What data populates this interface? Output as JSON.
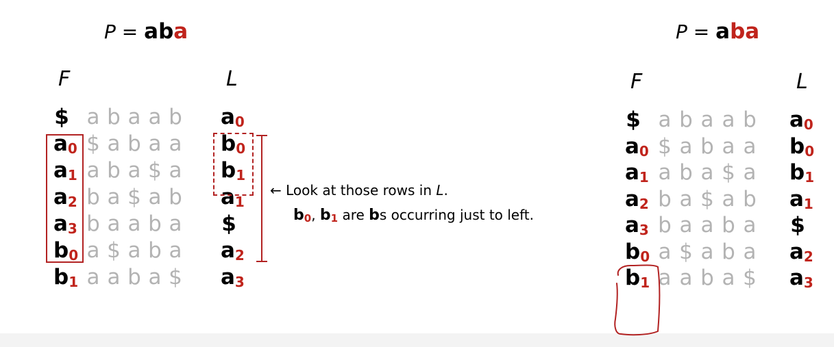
{
  "left": {
    "title": {
      "prefix": "P = ",
      "black": "ab",
      "red": "a"
    },
    "f_header": "F",
    "l_header": "L",
    "rows": [
      {
        "f": "$",
        "f_sub": "",
        "mid": [
          "a",
          "b",
          "a",
          "a",
          "b"
        ],
        "l": "a",
        "l_sub": "0"
      },
      {
        "f": "a",
        "f_sub": "0",
        "mid": [
          "$",
          "a",
          "b",
          "a",
          "a"
        ],
        "l": "b",
        "l_sub": "0"
      },
      {
        "f": "a",
        "f_sub": "1",
        "mid": [
          "a",
          "b",
          "a",
          "$",
          "a"
        ],
        "l": "b",
        "l_sub": "1"
      },
      {
        "f": "a",
        "f_sub": "2",
        "mid": [
          "b",
          "a",
          "$",
          "a",
          "b"
        ],
        "l": "a",
        "l_sub": "1"
      },
      {
        "f": "a",
        "f_sub": "3",
        "mid": [
          "b",
          "a",
          "a",
          "b",
          "a"
        ],
        "l": "$",
        "l_sub": ""
      },
      {
        "f": "b",
        "f_sub": "0",
        "mid": [
          "a",
          "$",
          "a",
          "b",
          "a"
        ],
        "l": "a",
        "l_sub": "2"
      },
      {
        "f": "b",
        "f_sub": "1",
        "mid": [
          "a",
          "a",
          "b",
          "a",
          "$"
        ],
        "l": "a",
        "l_sub": "3"
      }
    ]
  },
  "annotation": {
    "arrow": "←",
    "line1": "Look at those rows in ",
    "line1_italic": "L",
    "line1_end": ".",
    "line2_b0": "b",
    "line2_b0_sub": "0",
    "line2_sep": ", ",
    "line2_b1": "b",
    "line2_b1_sub": "1",
    "line2_mid": " are ",
    "line2_bs": "b",
    "line2_end": "s occurring just to left."
  },
  "right": {
    "title": {
      "prefix": "P = ",
      "black": "a",
      "red": "ba"
    },
    "f_header": "F",
    "l_header": "L",
    "rows": [
      {
        "f": "$",
        "f_sub": "",
        "mid": [
          "a",
          "b",
          "a",
          "a",
          "b"
        ],
        "l": "a",
        "l_sub": "0"
      },
      {
        "f": "a",
        "f_sub": "0",
        "mid": [
          "$",
          "a",
          "b",
          "a",
          "a"
        ],
        "l": "b",
        "l_sub": "0"
      },
      {
        "f": "a",
        "f_sub": "1",
        "mid": [
          "a",
          "b",
          "a",
          "$",
          "a"
        ],
        "l": "b",
        "l_sub": "1"
      },
      {
        "f": "a",
        "f_sub": "2",
        "mid": [
          "b",
          "a",
          "$",
          "a",
          "b"
        ],
        "l": "a",
        "l_sub": "1"
      },
      {
        "f": "a",
        "f_sub": "3",
        "mid": [
          "b",
          "a",
          "a",
          "b",
          "a"
        ],
        "l": "$",
        "l_sub": ""
      },
      {
        "f": "b",
        "f_sub": "0",
        "mid": [
          "a",
          "$",
          "a",
          "b",
          "a"
        ],
        "l": "a",
        "l_sub": "2"
      },
      {
        "f": "b",
        "f_sub": "1",
        "mid": [
          "a",
          "a",
          "b",
          "a",
          "$"
        ],
        "l": "a",
        "l_sub": "3"
      }
    ]
  },
  "colors": {
    "accent": "#c0241c",
    "muted": "#b3b3b3",
    "highlight_box": "#b22222"
  }
}
